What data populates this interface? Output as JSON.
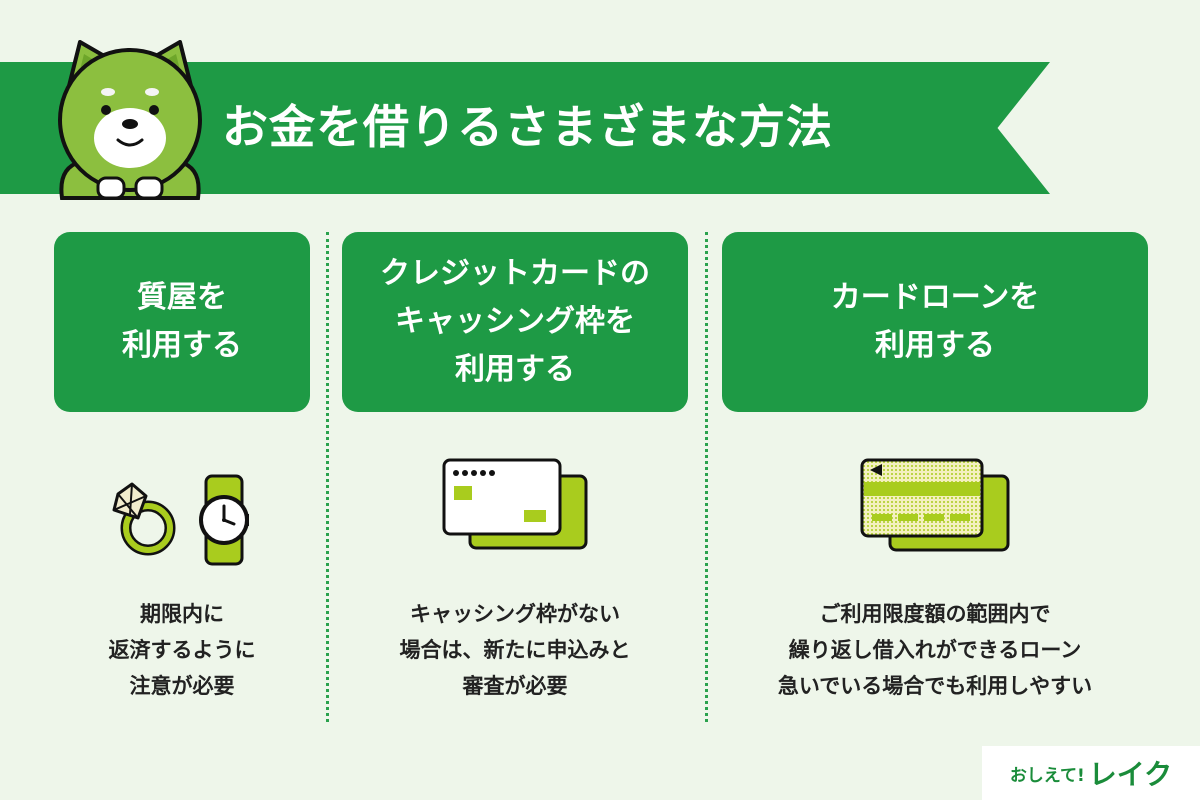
{
  "header": {
    "title": "お金を借りるさまざまな方法"
  },
  "methods": [
    {
      "title_lines": [
        "質屋を",
        "利用する"
      ],
      "desc_lines": [
        "期限内に",
        "返済するように",
        "注意が必要"
      ]
    },
    {
      "title_lines": [
        "クレジットカードの",
        "キャッシング枠を",
        "利用する"
      ],
      "desc_lines": [
        "キャッシング枠がない",
        "場合は、新たに申込みと",
        "審査が必要"
      ]
    },
    {
      "title_lines": [
        "カードローンを",
        "利用する"
      ],
      "desc_lines": [
        "ご利用限度額の範囲内で",
        "繰り返し借入れができるローン",
        "急いでいる場合でも利用しやすい"
      ]
    }
  ],
  "logo": {
    "prefix": "おしえて!",
    "name": "レイク"
  },
  "colors": {
    "background": "#eef6ea",
    "brand_green": "#1e9a45",
    "lime": "#a9cc1e",
    "mascot_green": "#8cbf3f"
  },
  "icons": [
    "dog-mascot-icon",
    "ring-icon",
    "watch-icon",
    "credit-card-icon",
    "loan-card-icon"
  ]
}
